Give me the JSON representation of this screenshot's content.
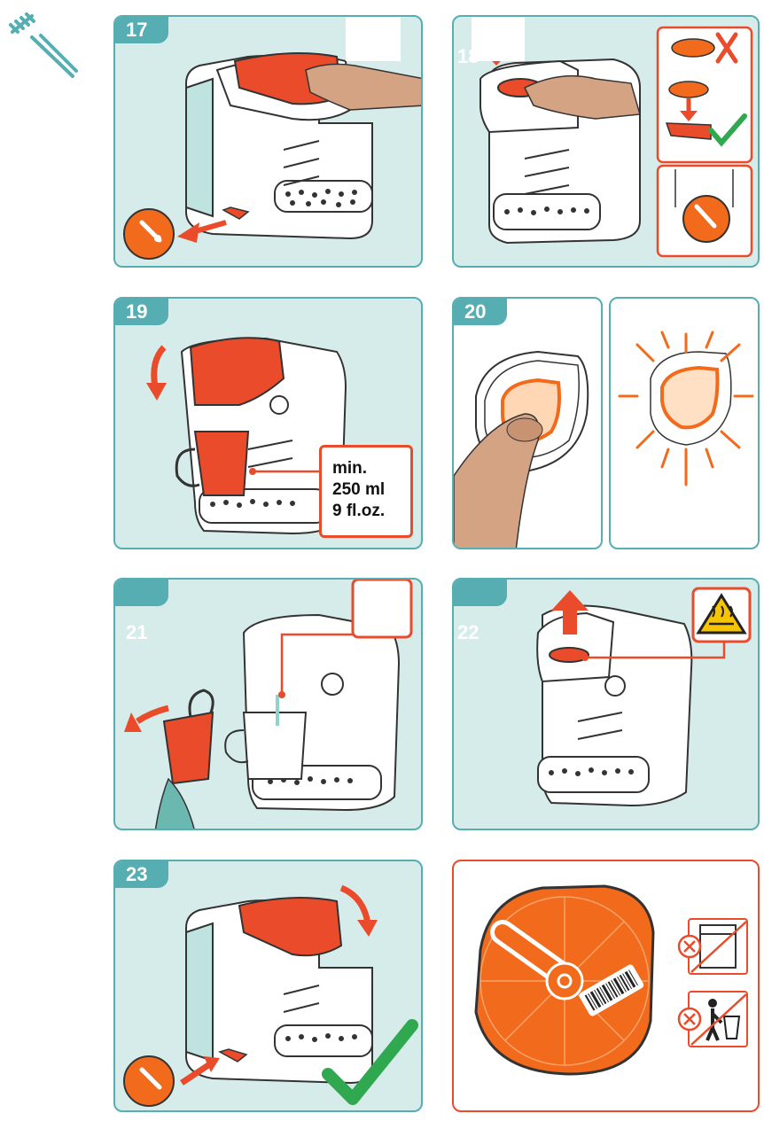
{
  "steps": {
    "s17": "17",
    "s18": "18",
    "s19": "19",
    "s20": "20",
    "s21": "21",
    "s22": "22",
    "s23": "23"
  },
  "min_volume": {
    "line1": "min.",
    "line2": "250 ml",
    "line3": "9 fl.oz."
  },
  "colors": {
    "teal": "#56aeb3",
    "teal_light": "#d6ecea",
    "accent_red": "#ea4b2a",
    "orange": "#f26a1b",
    "green": "#2fa84f"
  },
  "icons": [
    "brush-icon",
    "t-disc-icon",
    "cross-icon",
    "check-icon",
    "hot-surface-warning-icon",
    "no-dishwasher-icon",
    "no-trash-icon",
    "barcode-icon"
  ]
}
